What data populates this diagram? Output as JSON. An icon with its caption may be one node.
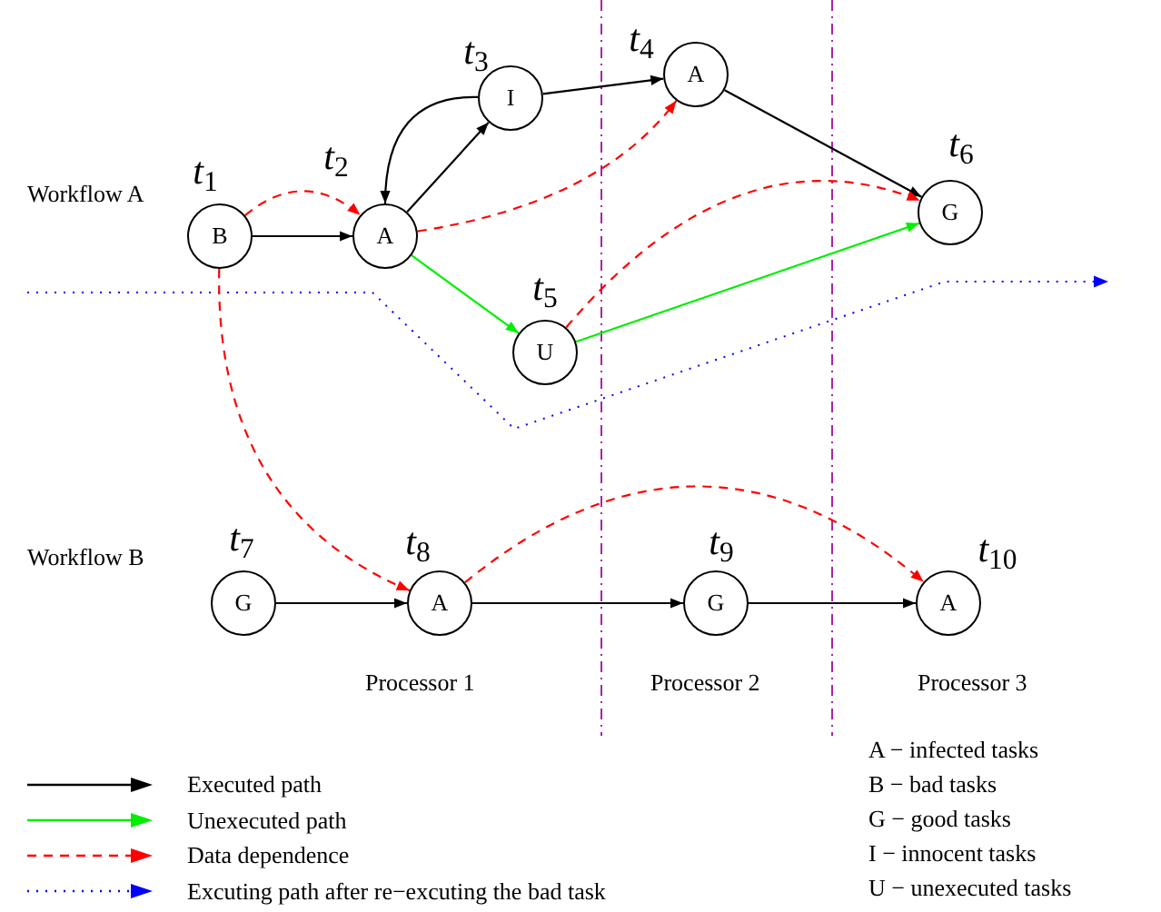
{
  "diagram": {
    "nodes": [
      {
        "text": [
          "B"
        ],
        "beside": [
          "*t*$_{1}$"
        ]
      },
      {
        "text": [
          "A"
        ],
        "beside": [
          "*t*$_{2}$"
        ]
      },
      {
        "text": [
          "I"
        ],
        "beside": [
          "*t*$_{3}$"
        ]
      },
      {
        "text": [
          "A"
        ],
        "beside": [
          "*t*$_{4}$"
        ]
      },
      {
        "text": [
          "G"
        ],
        "beside": [
          "*t*$_{6}$"
        ]
      },
      {
        "text": [
          "U"
        ],
        "beside": [
          "*t*$_{5}$"
        ]
      },
      {
        "text": [
          "G"
        ],
        "beside": [
          "*t*$_{7}$"
        ]
      },
      {
        "text": [
          "A"
        ],
        "beside": [
          "*t*$_{8}$"
        ]
      },
      {
        "text": [
          "G"
        ],
        "beside": [
          "*t*$_{9}$"
        ]
      },
      {
        "text": [
          "A"
        ],
        "beside": [
          "*t*$_{10}$"
        ]
      }
    ],
    "edges": [
      {
        "from": 0,
        "to": 1,
        "arrow": "to"
      },
      {
        "from": 1,
        "to": 2,
        "arrow": "to"
      },
      {
        "from": 2,
        "to": 1,
        "arrow": "to"
      },
      {
        "from": 2,
        "to": 3,
        "arrow": "to"
      },
      {
        "from": 3,
        "to": 4,
        "arrow": "to"
      },
      {
        "from": 1,
        "to": 5,
        "arrow": "to",
        "color": "#00ee00"
      },
      {
        "from": 5,
        "to": 4,
        "arrow": "to",
        "color": "#00ee00"
      },
      {
        "from": 0,
        "to": 1,
        "arrow": "to",
        "style": "dashed",
        "color": "#ff0000"
      },
      {
        "from": 1,
        "to": 3,
        "arrow": "to",
        "style": "dashed",
        "color": "#ff0000"
      },
      {
        "from": 5,
        "to": 4,
        "arrow": "to",
        "style": "dashed",
        "color": "#ff0000"
      },
      {
        "from": 0,
        "to": 7,
        "arrow": "to",
        "style": "dashed",
        "color": "#ff0000"
      },
      {
        "from": 6,
        "to": 7,
        "arrow": "to"
      },
      {
        "from": 7,
        "to": 8,
        "arrow": "to"
      },
      {
        "from": 8,
        "to": 9,
        "arrow": "to"
      },
      {
        "from": 7,
        "to": 9,
        "arrow": "to",
        "style": "dashed",
        "color": "#ff0000"
      }
    ],
    "labels": [
      "Workflow A",
      "Workflow B",
      "Processor 1",
      "Processor 2",
      "Processor 3",
      "A − infected tasks",
      "B − bad tasks",
      "G − good tasks",
      "I − innocent tasks",
      "U − unexecuted tasks"
    ],
    "legend": [
      {
        "text": "Executed path"
      },
      {
        "text": "Unexecuted path"
      },
      {
        "text": "Data dependence"
      },
      {
        "text": "Excuting path after re−excuting the bad task"
      }
    ]
  }
}
